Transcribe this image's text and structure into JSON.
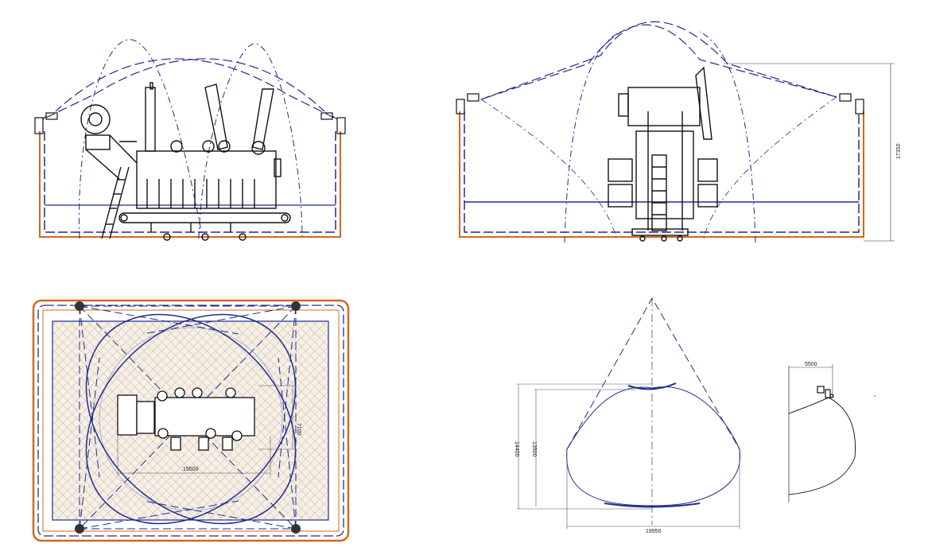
{
  "colors": {
    "navy": "#1e2d8f",
    "orange": "#d2691e",
    "black": "#111111",
    "gray": "#9a9a9a",
    "hatch": "#c9b8a2"
  },
  "panels": {
    "front_elevation": {},
    "side_elevation": {
      "height_dim": "17350"
    },
    "plan_view": {
      "width_dim": "15500",
      "height_dim": "7100"
    },
    "protection_zone": {
      "width_dim": "19950",
      "height_outer_dim": "14400",
      "height_inner_dim": "13500"
    },
    "detail_view": {
      "top_dim": "5500"
    }
  }
}
